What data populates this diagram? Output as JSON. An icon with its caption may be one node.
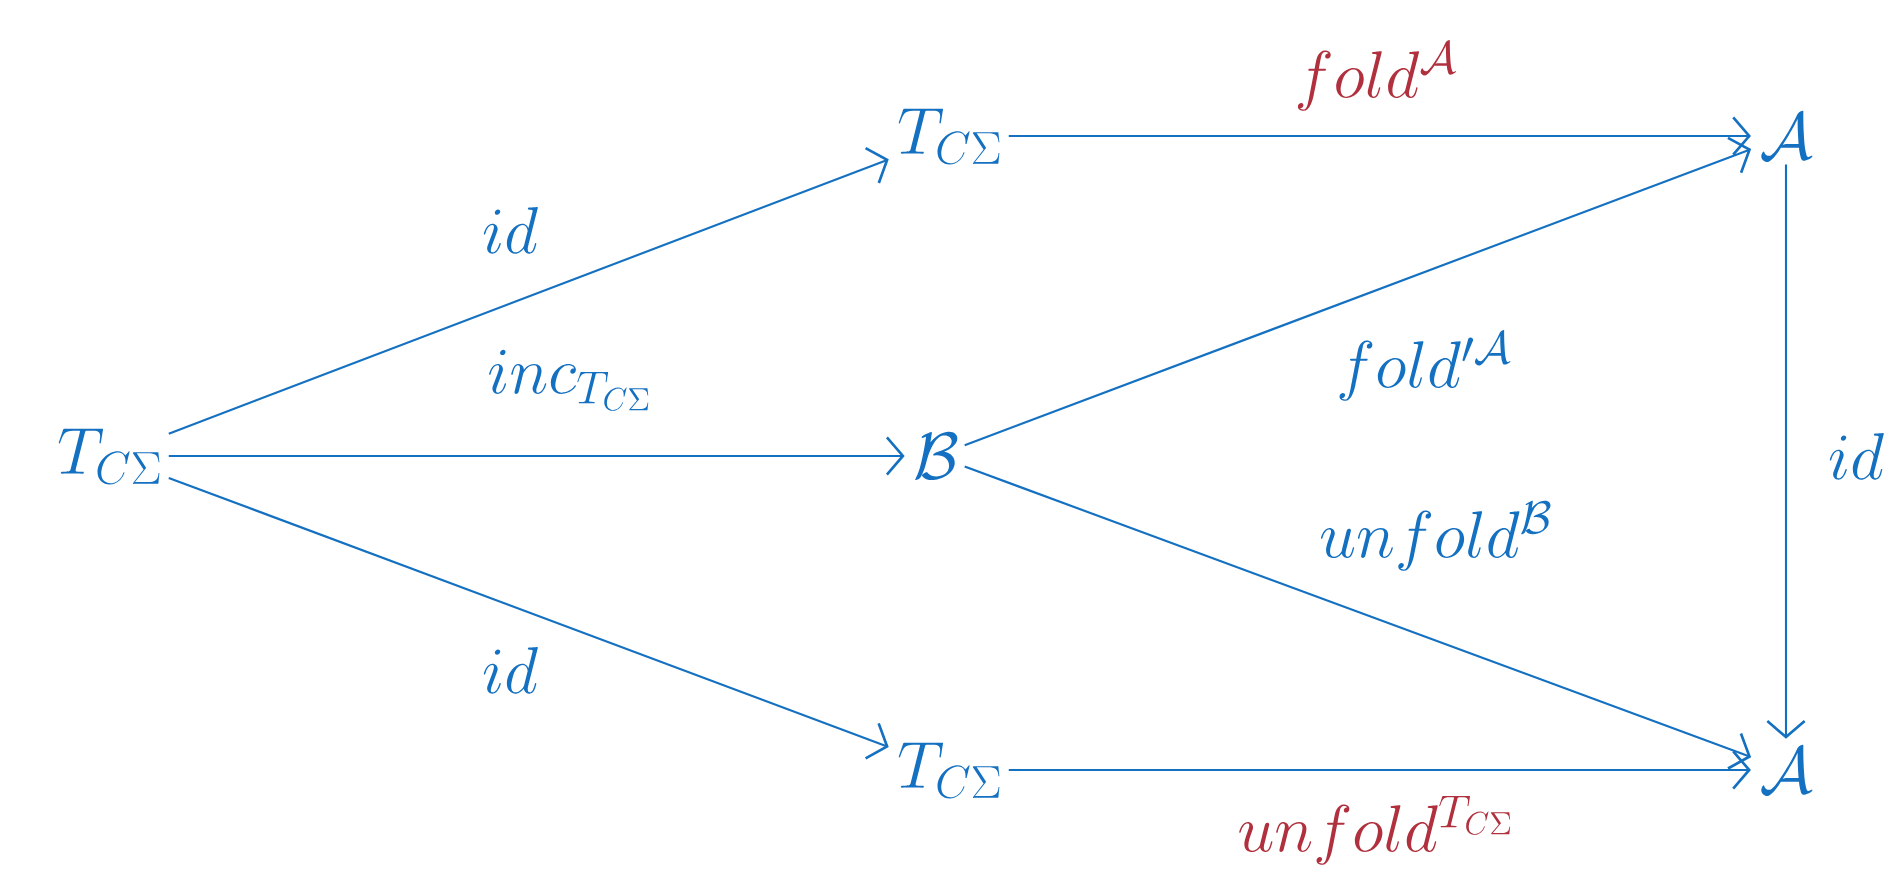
{
  "diagram": {
    "nodes": [
      {
        "text": [
          "T_{C\\Sigma}"
        ]
      },
      {
        "text": [
          "T_{C\\Sigma}"
        ]
      },
      {
        "text": [
          "\\mathcal{B}"
        ]
      },
      {
        "text": [
          "T_{C\\Sigma}"
        ]
      },
      {
        "text": [
          "\\mathcal{A}"
        ]
      },
      {
        "text": [
          "\\mathcal{A}"
        ]
      }
    ],
    "edges": [
      {
        "from": 0,
        "to": 1,
        "arrow": "to",
        "label": "id"
      },
      {
        "from": 0,
        "to": 2,
        "arrow": "to",
        "label": "inc_{T_{C\\Sigma}}"
      },
      {
        "from": 0,
        "to": 3,
        "arrow": "to",
        "label": "id"
      },
      {
        "from": 1,
        "to": 4,
        "arrow": "to",
        "label": "fold^{\\mathcal{A}}"
      },
      {
        "from": 2,
        "to": 4,
        "arrow": "to",
        "label": "fold'^{\\mathcal{A}}"
      },
      {
        "from": 2,
        "to": 5,
        "arrow": "to",
        "label": "unfold^{\\mathcal{B}}"
      },
      {
        "from": 3,
        "to": 5,
        "arrow": "to",
        "label": "unfold^{T_{C\\Sigma}}"
      },
      {
        "from": 4,
        "to": 5,
        "arrow": "to",
        "label": "id"
      }
    ]
  }
}
